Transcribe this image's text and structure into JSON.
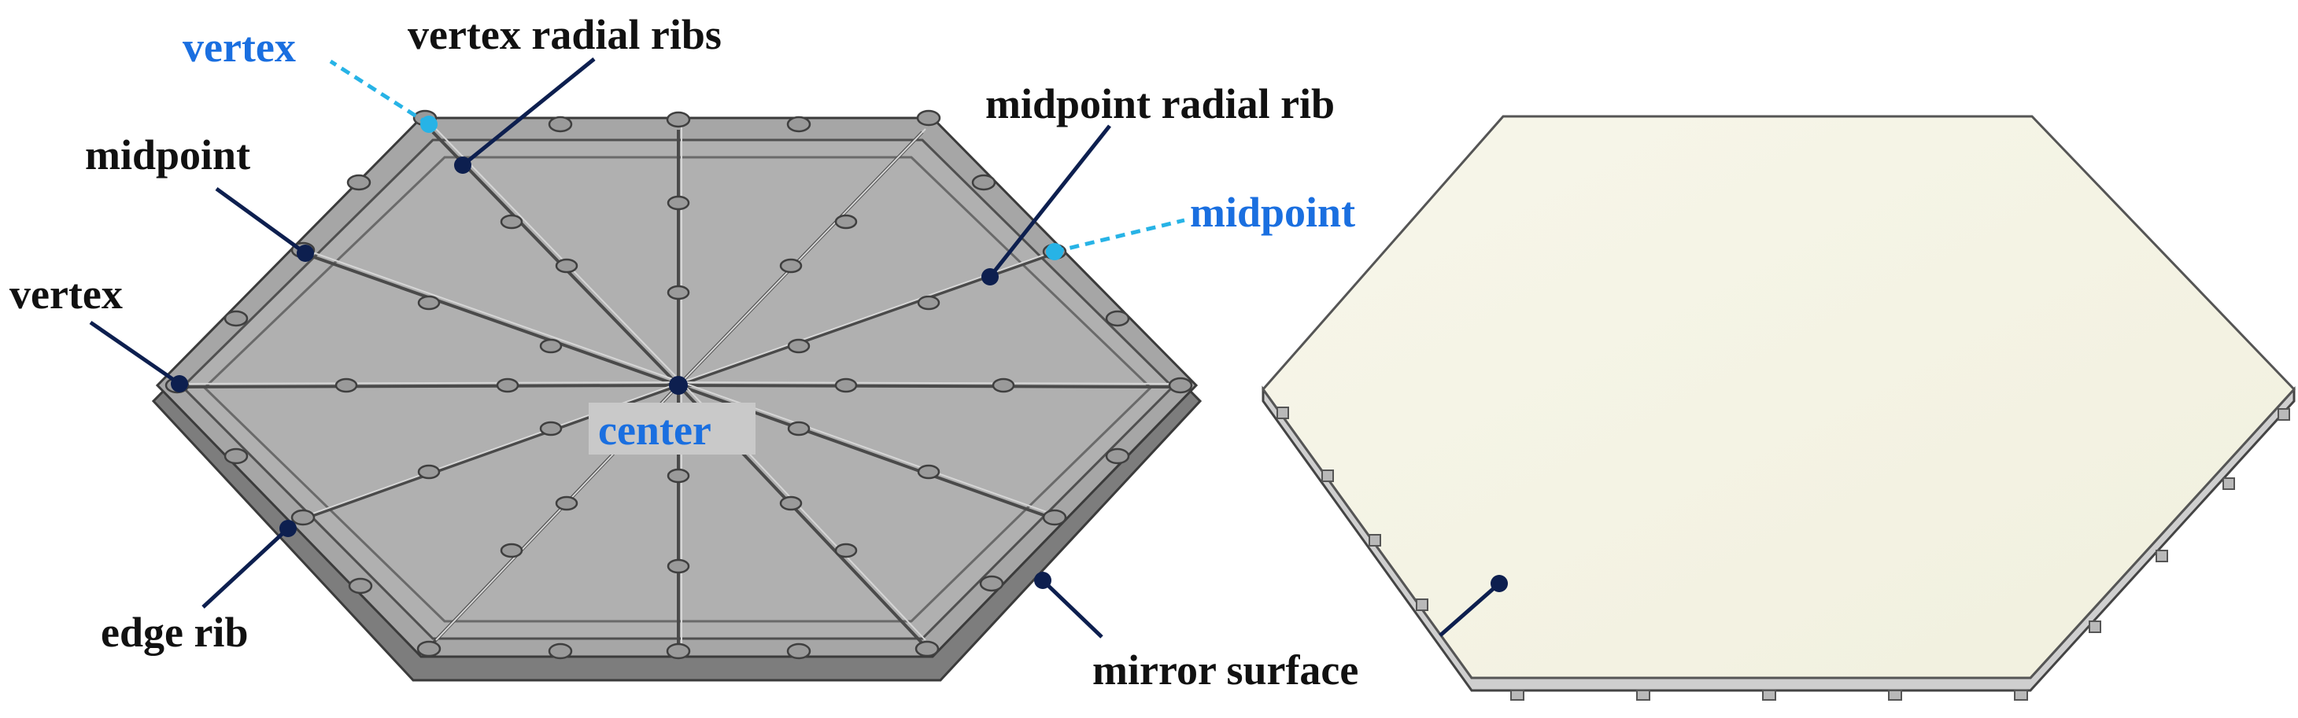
{
  "labels": {
    "vertex_top": "vertex",
    "vertex_radial_ribs": "vertex radial ribs",
    "midpoint_radial_rib": "midpoint radial rib",
    "midpoint_right": "midpoint",
    "midpoint_left": "midpoint",
    "vertex_left": "vertex",
    "center": "center",
    "edge_rib": "edge rib",
    "mirror_surface": "mirror surface"
  },
  "colors": {
    "label_dark": "#111111",
    "label_blue": "#1a6fe0",
    "leader_dark": "#0d1f4f",
    "leader_light": "#27b3e6",
    "rib_panel": "#a8a8a8",
    "rib_structure": "#8a8a8a",
    "mirror_face": "#f5f4e6"
  }
}
